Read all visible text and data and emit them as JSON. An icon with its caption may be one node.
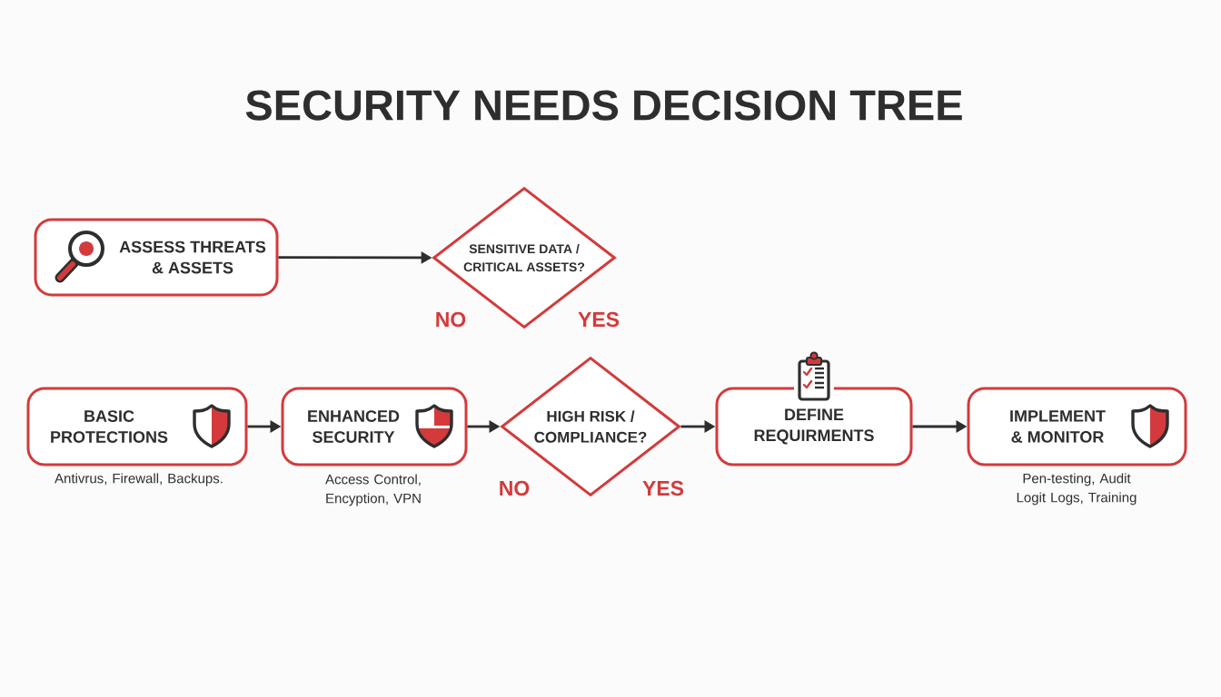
{
  "diagram": {
    "title": "SECURITY NEEDS DECISION TREE",
    "nodes": [
      {
        "text": [
          "ASSESS THREATS & ASSETS"
        ]
      },
      {
        "text": [
          "SENSITIVE DATA / CRITICAL ASSETS?"
        ]
      },
      {
        "text": [
          "BASIC PROTECTIONS"
        ],
        "beside": [
          "Antivrus, Firewall, Backups."
        ]
      },
      {
        "text": [
          "ENHANCED SECURITY"
        ],
        "beside": [
          "Access Control, Encyption, VPN"
        ]
      },
      {
        "text": [
          "HIGH RISK / COMPLIANCE?"
        ]
      },
      {
        "text": [
          "DEFINE REQUIRMENTS"
        ]
      },
      {
        "text": [
          "IMPLEMENT & MONITOR"
        ],
        "beside": [
          "Pen-testing, Audit Logit Logs, Training"
        ]
      }
    ],
    "edges": [
      {
        "from": 0,
        "to": 1,
        "arrow": "to"
      },
      {
        "from": 2,
        "to": 3,
        "arrow": "to"
      },
      {
        "from": 3,
        "to": 4,
        "arrow": "to"
      },
      {
        "from": 4,
        "to": 5,
        "arrow": "to"
      },
      {
        "from": 5,
        "to": 6,
        "arrow": "to"
      }
    ],
    "labels": [
      "NO",
      "YES",
      "NO",
      "YES"
    ]
  }
}
